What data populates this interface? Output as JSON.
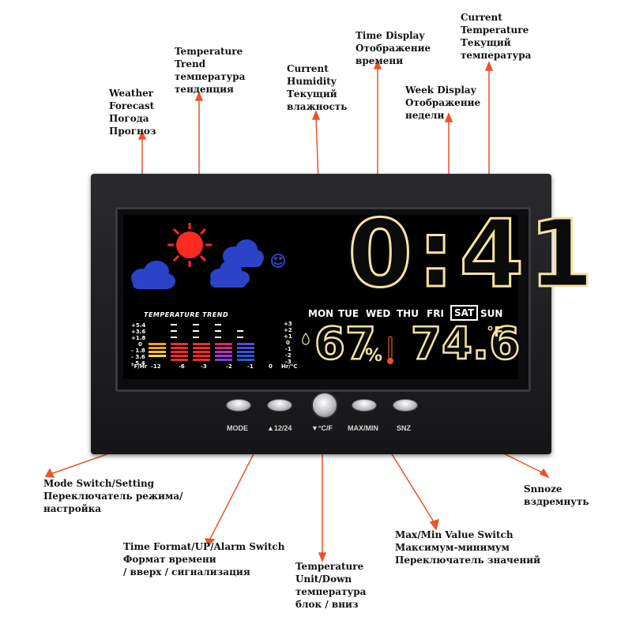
{
  "callouts": {
    "weather_forecast": [
      "Weather",
      "Forecast",
      "Погода",
      "Прогноз"
    ],
    "temperature_trend": [
      "Temperature",
      "Trend",
      "температура",
      "тенденция"
    ],
    "current_humidity": [
      "Current",
      "Humidity",
      "Текущий",
      "влажность"
    ],
    "time_display": [
      "Time Display",
      "Отображение",
      "времени"
    ],
    "week_display": [
      "Week Display",
      "Отображение",
      "недели"
    ],
    "current_temperature": [
      "Current",
      "Temperature",
      "Текущий",
      "температура"
    ],
    "mode_switch": [
      "Mode Switch/Setting",
      "Переключатель режима/",
      "настройка"
    ],
    "time_format": [
      "Time Format/UP/Alarm Switch",
      "Формат времени",
      "/ вверх / сигнализация"
    ],
    "temperature_unit": [
      "Temperature",
      "Unit/Down",
      "температура",
      "блок / вниз"
    ],
    "max_min": [
      "Max/Min Value Switch",
      "Максимум-минимум",
      "Переключатель значений"
    ],
    "snooze": [
      "Snnoze",
      "вздремнуть"
    ]
  },
  "display": {
    "time": "0:41",
    "weekdays": [
      "MON",
      "TUE",
      "WED",
      "THU",
      "FRI",
      "SAT",
      "SUN"
    ],
    "active_weekday": "SAT",
    "humidity_value": "67",
    "humidity_unit": "%",
    "temperature_value": "74.6",
    "temperature_unit": "°F",
    "trend_title": "TEMPERATURE TREND",
    "left_axis": [
      "+5.4",
      "+3.6",
      "+1.8",
      "0",
      "- 1.8",
      "- 3.6",
      "- 5.4"
    ],
    "right_axis": [
      "+3",
      "+2",
      "+1",
      "0",
      "-1",
      "-2",
      "-3"
    ],
    "x_axis": [
      "°F/Hr",
      "-12",
      "-6",
      "-3",
      "-2",
      "-1",
      "0",
      "Hr/°C"
    ]
  },
  "buttons": {
    "mode": "MODE",
    "up": "▲12/24",
    "down": "▼°C/F",
    "maxmin": "MAX/MIN",
    "snz": "SNZ"
  },
  "colors": {
    "accent_line": "#e8542c",
    "lcd_amber": "#f4e3a2",
    "sun": "#ff2a1f",
    "cloud": "#2a43c8"
  }
}
